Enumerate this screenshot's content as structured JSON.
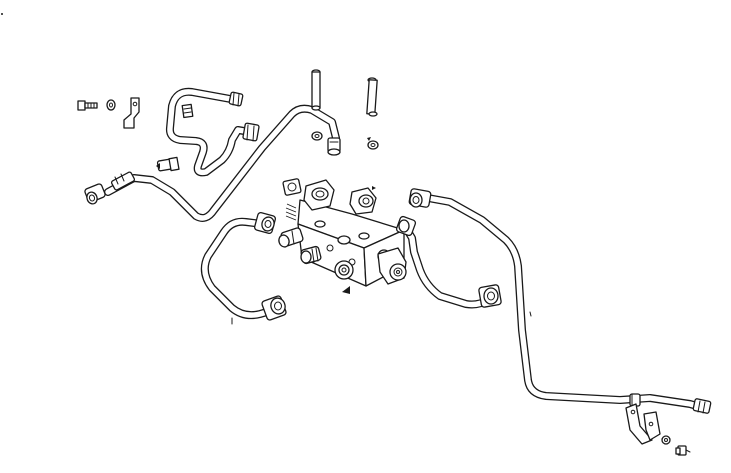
{
  "diagram": {
    "type": "exploded-view parts illustration",
    "labels": [],
    "line_color": "#1a1a1a",
    "background": "#ffffff",
    "parts": [
      "valve-block",
      "hydraulic-tube",
      "tube-nut",
      "fitting",
      "pin",
      "washer",
      "bolt",
      "mounting-bracket",
      "tube-clamp"
    ]
  }
}
